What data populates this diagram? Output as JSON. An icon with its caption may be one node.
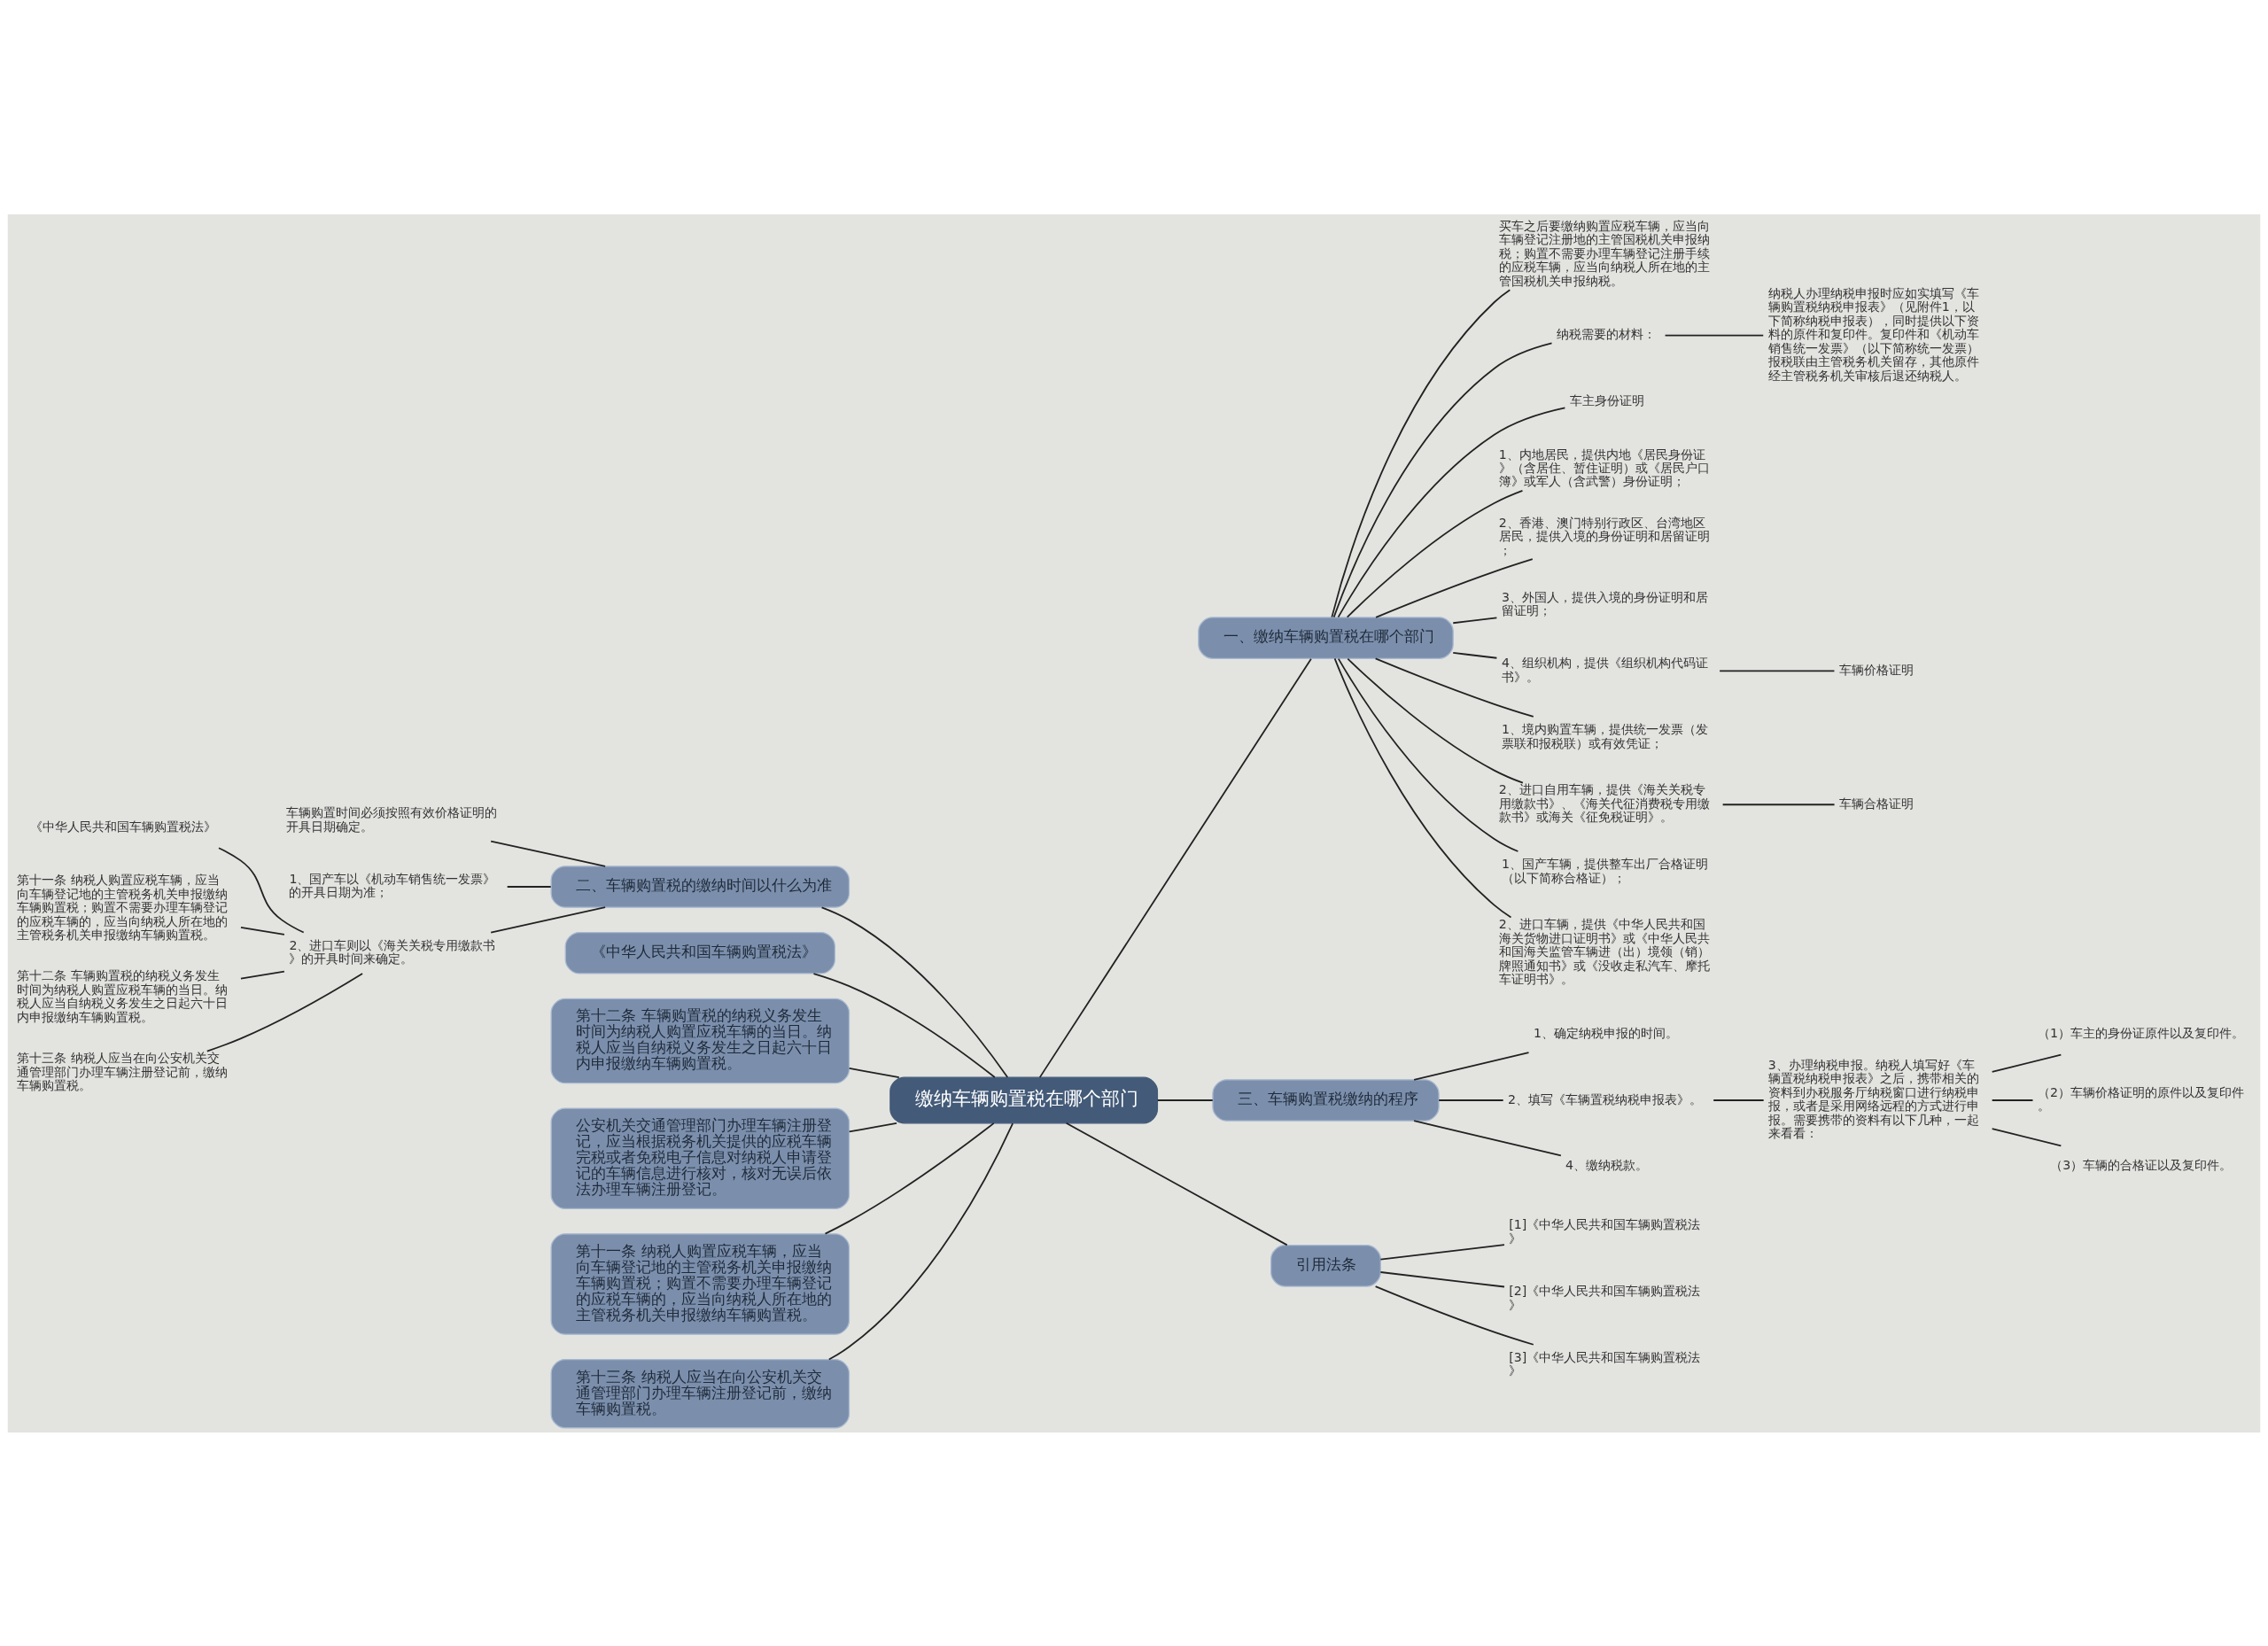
{
  "diagram": {
    "nodes": [
      {
        "text": [
          "缴纳车辆购置税在哪个部门"
        ]
      },
      {
        "text": [
          "一、缴纳车辆购置税在哪个部门"
        ]
      },
      {
        "text": [
          "买车之后要缴纳购置应税车辆，应当向车辆登记注册地的主管国税机关申报纳税；购置不需要办理车辆登记注册手续的应税车辆，应当向纳税人所在地的主管国税机关申报纳税。"
        ]
      },
      {
        "text": [
          "纳税需要的材料："
        ]
      },
      {
        "text": [
          "纳税人办理纳税申报时应如实填写《车辆购置税纳税申报表》（见附件1，以下简称纳税申报表），同时提供以下资料的原件和复印件。复印件和《机动车销售统一发票》（以下简称统一发票）报税联由主管税务机关留存，其他原件经主管税务机关审核后退还纳税人。"
        ]
      },
      {
        "text": [
          "车主身份证明"
        ]
      },
      {
        "text": [
          "1、内地居民，提供内地《居民身份证》（含居住、暂住证明）或《居民户口簿》或军人（含武警）身份证明；"
        ]
      },
      {
        "text": [
          "2、香港、澳门特别行政区、台湾地区居民，提供入境的身份证明和居留证明；"
        ]
      },
      {
        "text": [
          "3、外国人，提供入境的身份证明和居留证明；"
        ]
      },
      {
        "text": [
          "4、组织机构，提供《组织机构代码证书》。"
        ]
      },
      {
        "text": [
          "车辆价格证明"
        ]
      },
      {
        "text": [
          "1、境内购置车辆，提供统一发票（发票联和报税联）或有效凭证；"
        ]
      },
      {
        "text": [
          "2、进口自用车辆，提供《海关关税专用缴款书》、《海关代征消费税专用缴款书》或海关《征免税证明》。"
        ]
      },
      {
        "text": [
          "车辆合格证明"
        ]
      },
      {
        "text": [
          "1、国产车辆，提供整车出厂合格证明（以下简称合格证）；"
        ]
      },
      {
        "text": [
          "2、进口车辆，提供《中华人民共和国海关货物进口证明书》或《中华人民共和国海关监管车辆进（出）境领（销）牌照通知书》或《没收走私汽车、摩托车证明书》。"
        ]
      },
      {
        "text": [
          "二、车辆购置税的缴纳时间以什么为准"
        ]
      },
      {
        "text": [
          "车辆购置时间必须按照有效价格证明的开具日期确定。"
        ]
      },
      {
        "text": [
          "1、国产车以《机动车销售统一发票》的开具日期为准；"
        ]
      },
      {
        "text": [
          "2、进口车则以《海关关税专用缴款书》的开具时间来确定。"
        ]
      },
      {
        "text": [
          "《中华人民共和国车辆购置税法》"
        ]
      },
      {
        "text": [
          "第十一条 纳税人购置应税车辆，应当向车辆登记地的主管税务机关申报缴纳车辆购置税；购置不需要办理车辆登记的应税车辆的，应当向纳税人所在地的主管税务机关申报缴纳车辆购置税。"
        ]
      },
      {
        "text": [
          "第十二条 车辆购置税的纳税义务发生时间为纳税人购置应税车辆的当日。纳税人应当自纳税义务发生之日起六十日内申报缴纳车辆购置税。"
        ]
      },
      {
        "text": [
          "第十三条 纳税人应当在向公安机关交通管理部门办理车辆注册登记前，缴纳车辆购置税。"
        ]
      },
      {
        "text": [
          "《中华人民共和国车辆购置税法》"
        ]
      },
      {
        "text": [
          "第十二条 车辆购置税的纳税义务发生时间为纳税人购置应税车辆的当日。纳税人应当自纳税义务发生之日起六十日内申报缴纳车辆购置税。"
        ]
      },
      {
        "text": [
          "公安机关交通管理部门办理车辆注册登记，应当根据税务机关提供的应税车辆完税或者免税电子信息对纳税人申请登记的车辆信息进行核对，核对无误后依法办理车辆注册登记。"
        ]
      },
      {
        "text": [
          "三、车辆购置税缴纳的程序"
        ]
      },
      {
        "text": [
          "1、确定纳税申报的时间。"
        ]
      },
      {
        "text": [
          "2、填写《车辆置税纳税申报表》。"
        ]
      },
      {
        "text": [
          "3、办理纳税申报。纳税人填写好《车辆置税纳税申报表》之后，携带相关的资料到办税服务厅纳税窗口进行纳税申报，或者是采用网络远程的方式进行申报。需要携带的资料有以下几种，一起来看看："
        ]
      },
      {
        "text": [
          "（1）车主的身份证原件以及复印件。"
        ]
      },
      {
        "text": [
          "（2）车辆价格证明的原件以及复印件。"
        ]
      },
      {
        "text": [
          "（3）车辆的合格证以及复印件。"
        ]
      },
      {
        "text": [
          "4、缴纳税款。"
        ]
      },
      {
        "text": [
          "第十一条 纳税人购置应税车辆，应当向车辆登记地的主管税务机关申报缴纳车辆购置税；购置不需要办理车辆登记的应税车辆的，应当向纳税人所在地的主管税务机关申报缴纳车辆购置税。"
        ]
      },
      {
        "text": [
          "第十三条 纳税人应当在向公安机关交通管理部门办理车辆注册登记前，缴纳车辆购置税。"
        ]
      },
      {
        "text": [
          "引用法条"
        ]
      },
      {
        "text": [
          "[1]《中华人民共和国车辆购置税法》"
        ]
      },
      {
        "text": [
          "[2]《中华人民共和国车辆购置税法》"
        ]
      },
      {
        "text": [
          "[3]《中华人民共和国车辆购置税法》"
        ]
      }
    ],
    "edges": [
      {
        "from": 0,
        "to": 1,
        "arrow": "none"
      },
      {
        "from": 1,
        "to": 2,
        "arrow": "none"
      },
      {
        "from": 1,
        "to": 3,
        "arrow": "none"
      },
      {
        "from": 3,
        "to": 4,
        "arrow": "none"
      },
      {
        "from": 1,
        "to": 5,
        "arrow": "none"
      },
      {
        "from": 1,
        "to": 6,
        "arrow": "none"
      },
      {
        "from": 1,
        "to": 7,
        "arrow": "none"
      },
      {
        "from": 1,
        "to": 8,
        "arrow": "none"
      },
      {
        "from": 1,
        "to": 9,
        "arrow": "none"
      },
      {
        "from": 9,
        "to": 10,
        "arrow": "none"
      },
      {
        "from": 1,
        "to": 11,
        "arrow": "none"
      },
      {
        "from": 1,
        "to": 12,
        "arrow": "none"
      },
      {
        "from": 12,
        "to": 13,
        "arrow": "none"
      },
      {
        "from": 1,
        "to": 14,
        "arrow": "none"
      },
      {
        "from": 1,
        "to": 15,
        "arrow": "none"
      },
      {
        "from": 0,
        "to": 16,
        "arrow": "none"
      },
      {
        "from": 16,
        "to": 17,
        "arrow": "none"
      },
      {
        "from": 16,
        "to": 18,
        "arrow": "none"
      },
      {
        "from": 16,
        "to": 19,
        "arrow": "none"
      },
      {
        "from": 19,
        "to": 20,
        "arrow": "none"
      },
      {
        "from": 19,
        "to": 21,
        "arrow": "none"
      },
      {
        "from": 19,
        "to": 22,
        "arrow": "none"
      },
      {
        "from": 19,
        "to": 23,
        "arrow": "none"
      },
      {
        "from": 0,
        "to": 24,
        "arrow": "none"
      },
      {
        "from": 0,
        "to": 25,
        "arrow": "none"
      },
      {
        "from": 0,
        "to": 26,
        "arrow": "none"
      },
      {
        "from": 0,
        "to": 27,
        "arrow": "none"
      },
      {
        "from": 27,
        "to": 28,
        "arrow": "none"
      },
      {
        "from": 27,
        "to": 29,
        "arrow": "none"
      },
      {
        "from": 29,
        "to": 30,
        "arrow": "none"
      },
      {
        "from": 30,
        "to": 31,
        "arrow": "none"
      },
      {
        "from": 30,
        "to": 32,
        "arrow": "none"
      },
      {
        "from": 30,
        "to": 33,
        "arrow": "none"
      },
      {
        "from": 27,
        "to": 34,
        "arrow": "none"
      },
      {
        "from": 0,
        "to": 35,
        "arrow": "none"
      },
      {
        "from": 0,
        "to": 36,
        "arrow": "none"
      },
      {
        "from": 0,
        "to": 37,
        "arrow": "none"
      },
      {
        "from": 37,
        "to": 38,
        "arrow": "none"
      },
      {
        "from": 37,
        "to": 39,
        "arrow": "none"
      },
      {
        "from": 37,
        "to": 40,
        "arrow": "none"
      }
    ]
  }
}
